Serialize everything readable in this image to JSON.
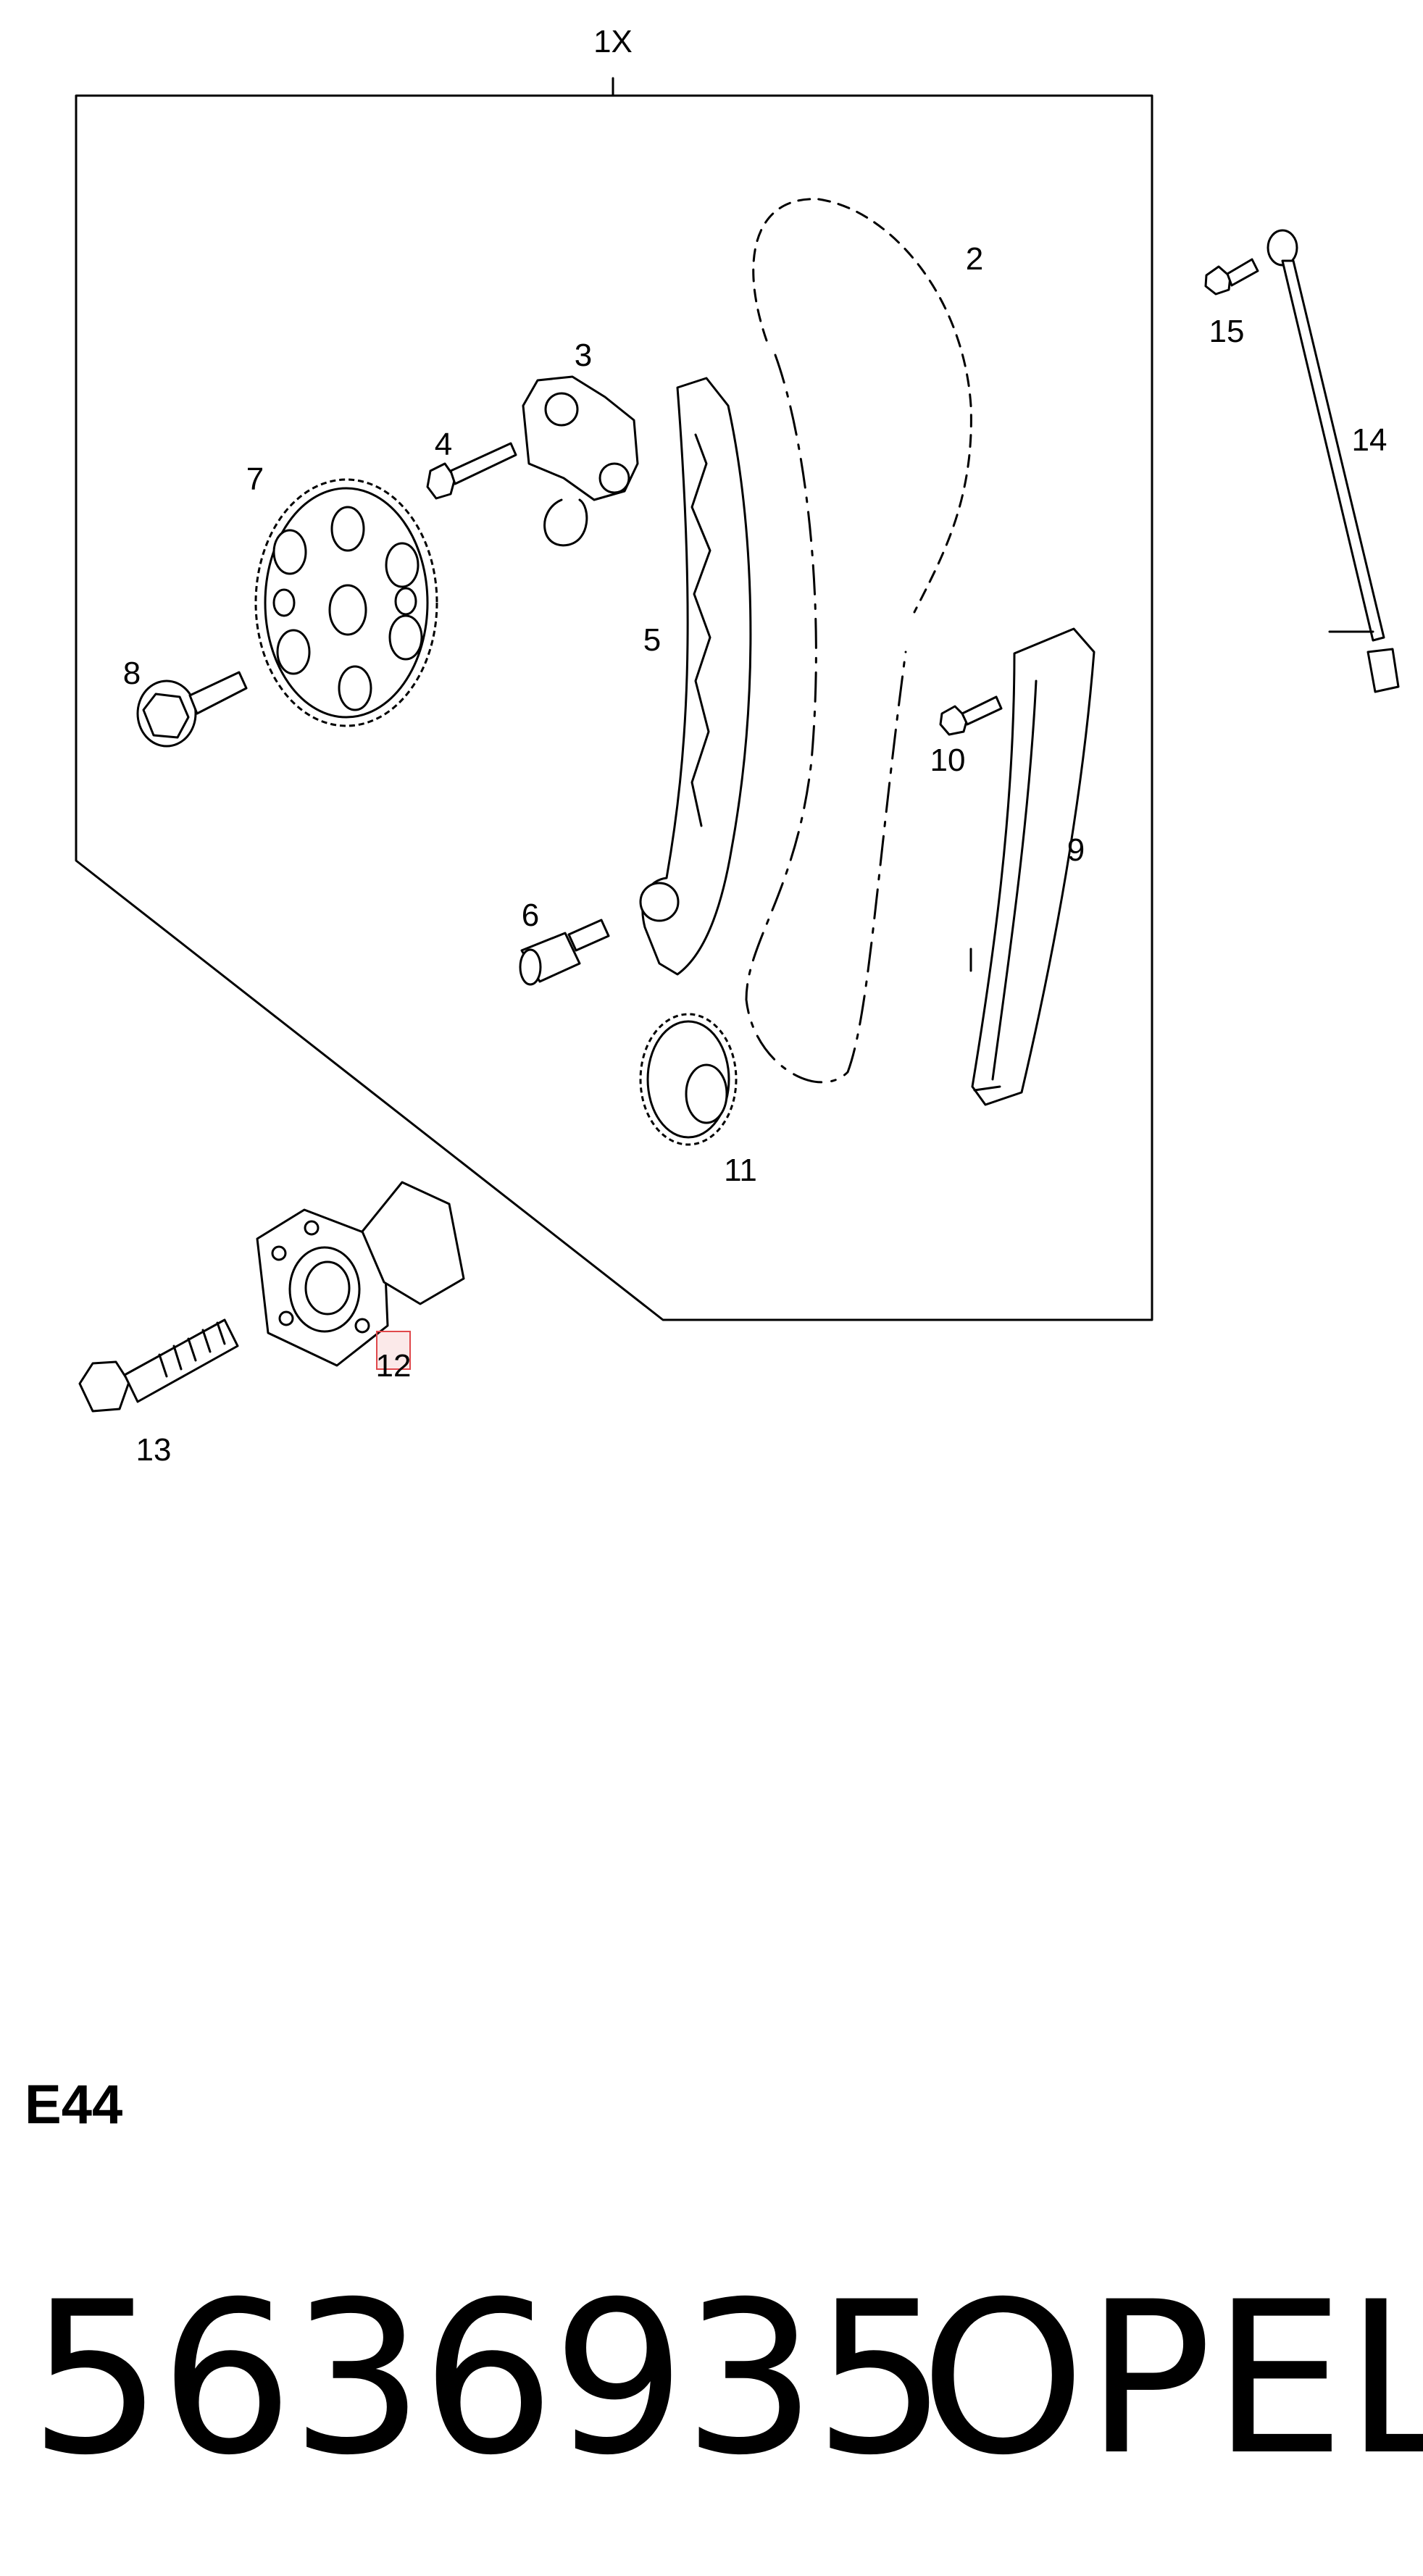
{
  "diagram": {
    "kit_label": "1X",
    "callouts": {
      "p2": "2",
      "p3": "3",
      "p4": "4",
      "p5": "5",
      "p6": "6",
      "p7": "7",
      "p8": "8",
      "p9": "9",
      "p10": "10",
      "p11": "11",
      "p12": "12",
      "p13": "13",
      "p14": "14",
      "p15": "15"
    },
    "highlighted_callout": "12",
    "highlight_color": "#e0484b"
  },
  "footer": {
    "group_code": "E44",
    "part_number": "5636935",
    "brand": "OPEL"
  }
}
